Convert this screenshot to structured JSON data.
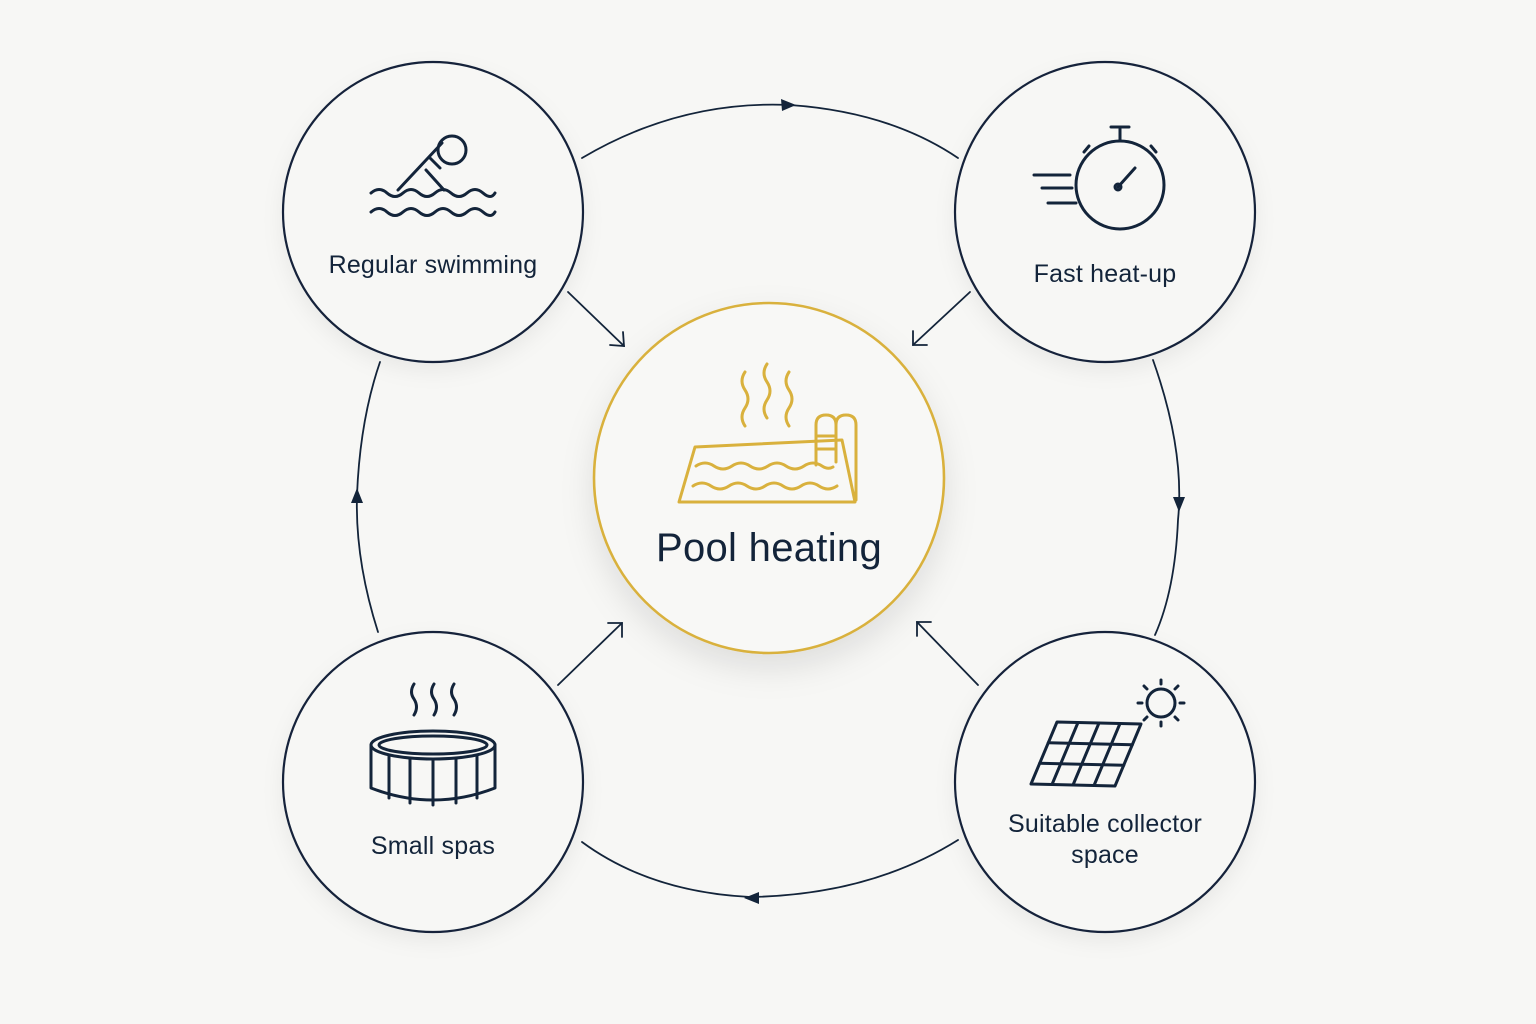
{
  "colors": {
    "background": "#f7f7f5",
    "ink": "#13243a",
    "accent_gold": "#d9b13d"
  },
  "center": {
    "label": "Pool heating",
    "icon": "heated-pool-icon"
  },
  "nodes": {
    "regular_swimming": {
      "label": "Regular swimming",
      "icon": "swimmer-icon"
    },
    "fast_heat_up": {
      "label": "Fast heat-up",
      "icon": "stopwatch-icon"
    },
    "suitable_collector_space": {
      "label_line1": "Suitable collector",
      "label_line2": "space",
      "icon": "solar-panel-sun-icon"
    },
    "small_spas": {
      "label": "Small spas",
      "icon": "hot-tub-icon"
    }
  }
}
